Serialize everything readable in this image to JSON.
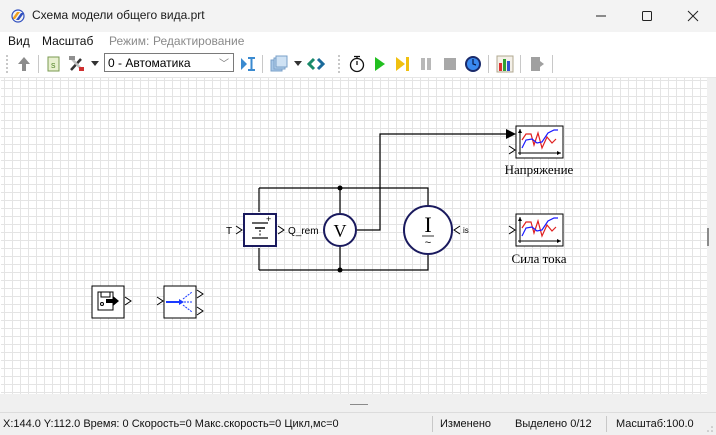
{
  "window": {
    "title": "Схема модели общего вида.prt",
    "minimize_label": "—",
    "maximize_label": "☐",
    "close_label": "✕"
  },
  "menu": {
    "items": [
      "Вид",
      "Масштаб"
    ],
    "mode_label": "Режим:",
    "mode_value": "Редактирование"
  },
  "toolbar": {
    "solver_value": "0 - Автоматика",
    "icons": [
      "up-arrow-icon",
      "script-icon",
      "tools-icon",
      "dropdown-arrow-icon",
      "solver-select",
      "step-icon",
      "layers-icon",
      "dropdown-arrow-icon",
      "link-icon",
      "stopwatch-icon",
      "play-icon",
      "step-forward-icon",
      "pause-icon",
      "stop-icon",
      "clock-icon",
      "chart-icon",
      "exit-icon"
    ]
  },
  "diagram": {
    "battery": {
      "input_label": "T",
      "output_label": "Q_rem"
    },
    "voltmeter": {
      "symbol": "V"
    },
    "current_source": {
      "symbol": "I",
      "sub_symbol": "~",
      "input_label": "is"
    },
    "plot1": {
      "label": "Напряжение"
    },
    "plot2": {
      "label": "Сила тока"
    },
    "colors": {
      "block_border": "#1a1a5e",
      "plot_red": "#e02020",
      "plot_blue": "#1a1aff",
      "wire": "#000000"
    }
  },
  "status": {
    "coords": "X:144.0  Y:112.0 Время: 0 Скорость=0 Макс.скорость=0 Цикл,мс=0",
    "modified": "Изменено",
    "selected": "Выделено 0/12",
    "scale": "Масштаб:100.0"
  }
}
